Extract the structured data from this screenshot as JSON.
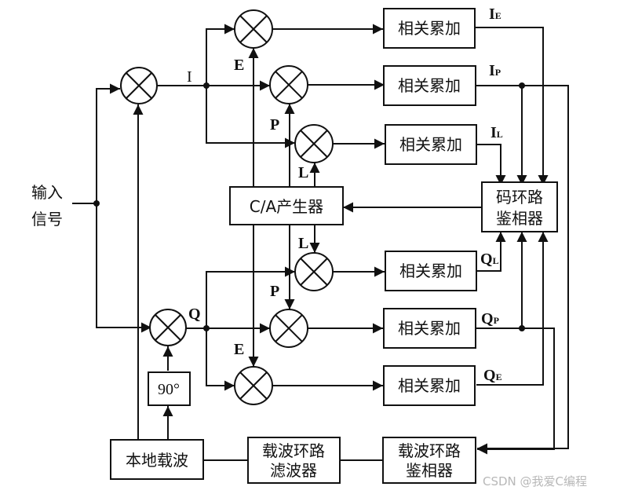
{
  "input": {
    "line1": "输入",
    "line2": "信号"
  },
  "signals": {
    "I": "I",
    "Q": "Q"
  },
  "code_labels": {
    "E_top": "E",
    "P_top": "P",
    "L_top": "L",
    "L_bot": "L",
    "P_bot": "P",
    "E_bot": "E"
  },
  "correlators": [
    {
      "label": "相关累加",
      "out": "I",
      "sub": "E"
    },
    {
      "label": "相关累加",
      "out": "I",
      "sub": "P"
    },
    {
      "label": "相关累加",
      "out": "I",
      "sub": "L"
    },
    {
      "label": "相关累加",
      "out": "Q",
      "sub": "L"
    },
    {
      "label": "相关累加",
      "out": "Q",
      "sub": "P"
    },
    {
      "label": "相关累加",
      "out": "Q",
      "sub": "E"
    }
  ],
  "blocks": {
    "ca_generator": "C/A产生器",
    "code_disc_1": "码环路",
    "code_disc_2": "鉴相器",
    "phase_shift": "90°",
    "local_carrier": "本地载波",
    "carrier_filter_1": "载波环路",
    "carrier_filter_2": "滤波器",
    "carrier_disc_1": "载波环路",
    "carrier_disc_2": "鉴相器"
  },
  "watermark": "CSDN @我爱C编程"
}
